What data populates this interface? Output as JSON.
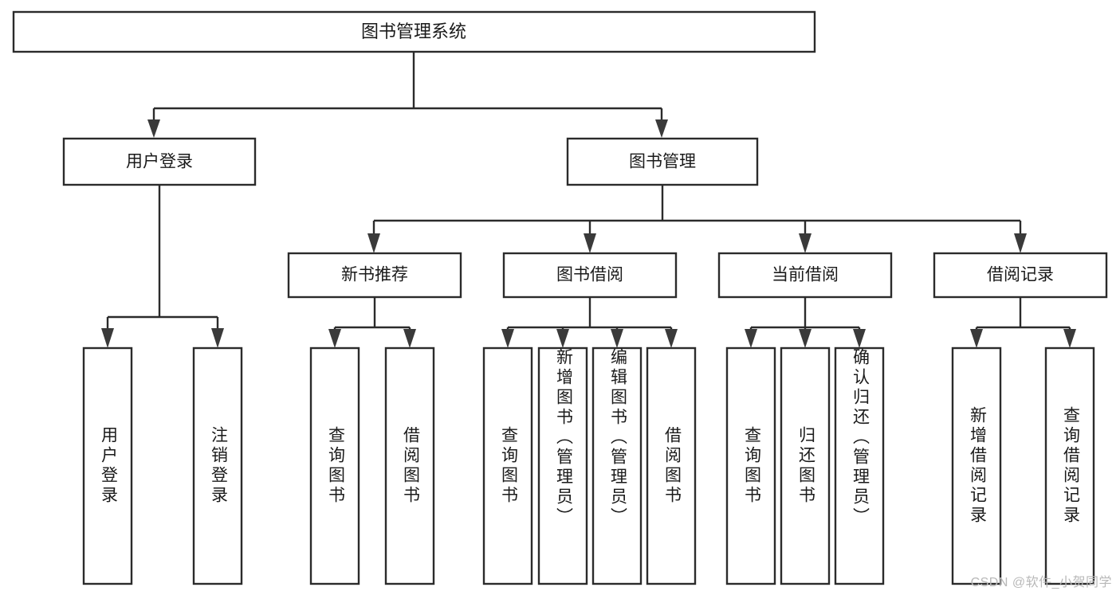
{
  "diagram": {
    "type": "tree",
    "title": "图书管理系统",
    "watermark": "CSDN @软件_小贺同学",
    "colors": {
      "box_stroke": "#2b2b2b",
      "box_fill": "#ffffff",
      "connector": "#2b2b2b",
      "arrow": "#3a3a3a",
      "text": "#1a1a1a",
      "watermark": "#b8b8b8",
      "background": "#ffffff"
    },
    "levels": {
      "root": "图书管理系统",
      "level2": [
        "用户登录",
        "图书管理"
      ],
      "level3": [
        "新书推荐",
        "图书借阅",
        "当前借阅",
        "借阅记录"
      ]
    },
    "nodes": {
      "root": {
        "label": "图书管理系统"
      },
      "user_login": {
        "label": "用户登录"
      },
      "book_mgmt": {
        "label": "图书管理"
      },
      "new_book_rec": {
        "label": "新书推荐"
      },
      "book_borrow": {
        "label": "图书借阅"
      },
      "current_borrow": {
        "label": "当前借阅"
      },
      "borrow_record": {
        "label": "借阅记录"
      }
    },
    "leaves": {
      "user_login": [
        {
          "label": "用户登录"
        },
        {
          "label": "注销登录"
        }
      ],
      "new_book_rec": [
        {
          "label": "查询图书"
        },
        {
          "label": "借阅图书"
        }
      ],
      "book_borrow": [
        {
          "label": "查询图书"
        },
        {
          "label": "新增图书（管理员）"
        },
        {
          "label": "编辑图书（管理员）"
        },
        {
          "label": "借阅图书"
        }
      ],
      "current_borrow": [
        {
          "label": "查询图书"
        },
        {
          "label": "归还图书"
        },
        {
          "label": "确认归还（管理员）"
        }
      ],
      "borrow_record": [
        {
          "label": "新增借阅记录"
        },
        {
          "label": "查询借阅记录"
        }
      ]
    }
  }
}
